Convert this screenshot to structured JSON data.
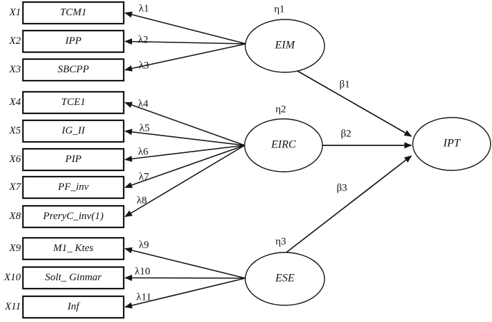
{
  "diagram": {
    "type": "structural-equation-model-path-diagram",
    "colors": {
      "stroke": "#151515",
      "background": "#ffffff"
    },
    "indicators": [
      {
        "id": "X1",
        "name": "TCM1",
        "loading": "λ1"
      },
      {
        "id": "X2",
        "name": "IPP",
        "loading": "λ2"
      },
      {
        "id": "X3",
        "name": "SBCPP",
        "loading": "λ3"
      },
      {
        "id": "X4",
        "name": "TCE1",
        "loading": "λ4"
      },
      {
        "id": "X5",
        "name": "IG_II",
        "loading": "λ5"
      },
      {
        "id": "X6",
        "name": "PIP",
        "loading": "λ6"
      },
      {
        "id": "X7",
        "name": "PF_inv",
        "loading": "λ7"
      },
      {
        "id": "X8",
        "name": "PreryC_inv(1)",
        "loading": "λ8"
      },
      {
        "id": "X9",
        "name": "M1_ Ktes",
        "loading": "λ9"
      },
      {
        "id": "X10",
        "name": "Solt_ Ginmar",
        "loading": "λ10"
      },
      {
        "id": "X11",
        "name": "Inf",
        "loading": "λ11"
      }
    ],
    "latents": [
      {
        "name": "EIM",
        "eta": "η1"
      },
      {
        "name": "EIRC",
        "eta": "η2"
      },
      {
        "name": "ESE",
        "eta": "η3"
      },
      {
        "name": "IPT",
        "eta": ""
      }
    ],
    "structural_paths": [
      {
        "from": "EIM",
        "to": "IPT",
        "coefficient": "β1"
      },
      {
        "from": "EIRC",
        "to": "IPT",
        "coefficient": "β2"
      },
      {
        "from": "ESE",
        "to": "IPT",
        "coefficient": "β3"
      }
    ]
  }
}
